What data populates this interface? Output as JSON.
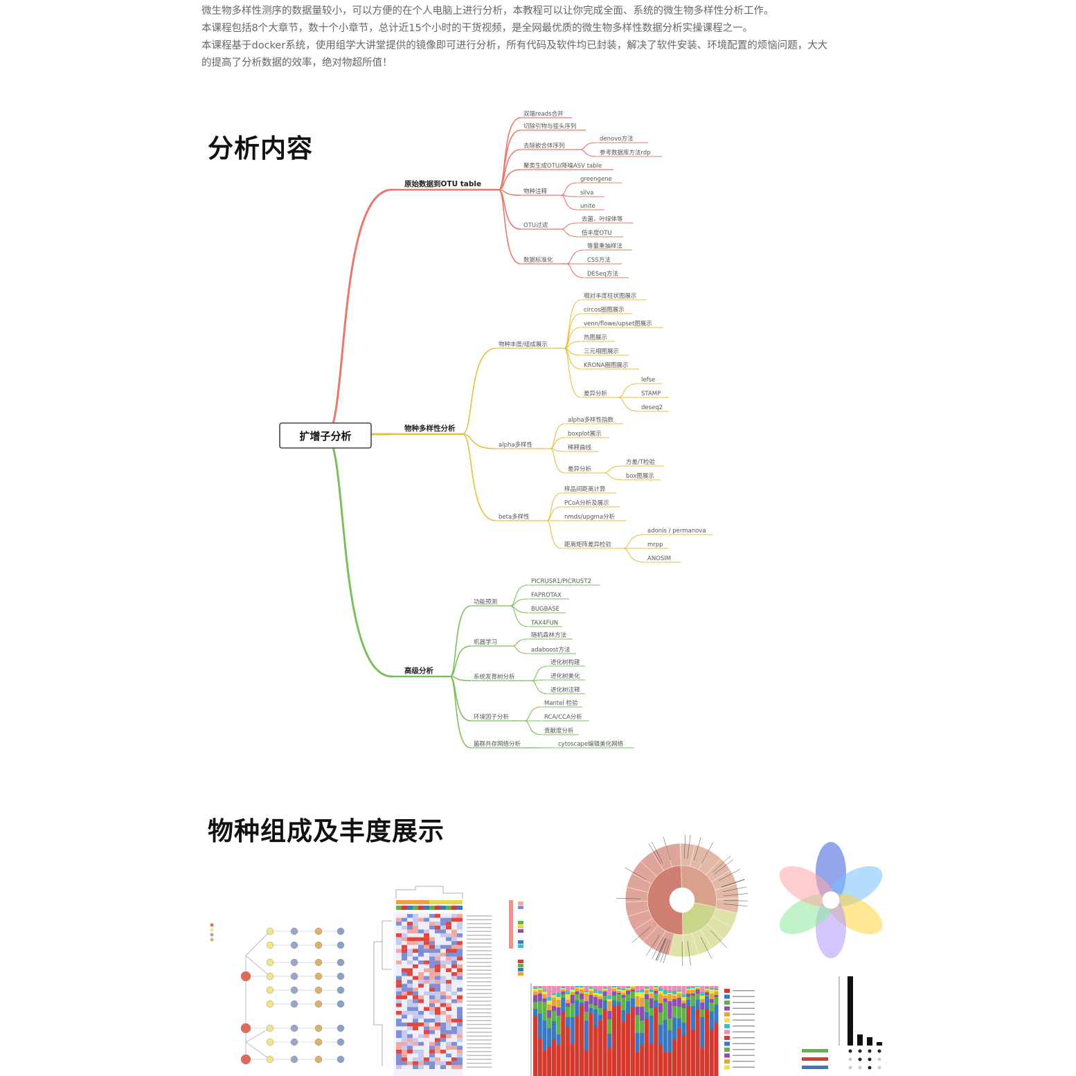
{
  "intro": {
    "lines": [
      "微生物多样性测序的数据量较小，可以方便的在个人电脑上进行分析，本教程可以让你完成全面、系统的微生物多样性分析工作。",
      "本课程包括8个大章节，数十个小章节，总计近15个小时的干货视频，是全网最优质的微生物多样性数据分析实操课程之一。",
      "本课程基于docker系统，使用组学大讲堂提供的镜像即可进行分析，所有代码及软件均已封装，解决了软件安装、环境配置的烦恼问题，大大",
      "的提高了分析数据的效率，绝对物超所值！"
    ]
  },
  "section1": {
    "title": "分析内容"
  },
  "section2": {
    "title": "物种组成及丰度展示"
  },
  "mindmap": {
    "root": "扩增子分析",
    "colors": {
      "red": "#e8776c",
      "yellow": "#e5bf3a",
      "green": "#7cbf5a"
    },
    "branches": [
      {
        "label": "原始数据到OTU table",
        "color": "#e8776c",
        "children": [
          {
            "label": "双端reads合并"
          },
          {
            "label": "切除引物与接头序列"
          },
          {
            "label": "去除嵌合体序列",
            "children": [
              "denovo方法",
              "参考数据库方法rdp"
            ]
          },
          {
            "label": "聚类生成OTU/降噪ASV table"
          },
          {
            "label": "物种注释",
            "children": [
              "greengene",
              "silva",
              "unite"
            ]
          },
          {
            "label": "OTU过滤",
            "children": [
              "去菌、叶绿体等",
              "低丰度OTU"
            ]
          },
          {
            "label": "数据标准化",
            "children": [
              "等量重抽样法",
              "CSS方法",
              "DESeq方法"
            ]
          }
        ]
      },
      {
        "label": "物种多样性分析",
        "color": "#e5bf3a",
        "children": [
          {
            "label": "物种丰度/组成展示",
            "children": [
              "相对丰度柱状图展示",
              "circos圈图展示",
              "venn/flowe/upset图展示",
              "热图展示",
              "三元相图展示",
              "KRONA圈图展示"
            ],
            "sub": {
              "label": "差异分析",
              "children": [
                "lefse",
                "STAMP",
                "deseq2"
              ]
            }
          },
          {
            "label": "alpha多样性",
            "children": [
              "alpha多样性指数",
              "boxplot展示",
              "稀释曲线"
            ],
            "sub": {
              "label": "差异分析",
              "children": [
                "方差/T检验",
                "box图展示"
              ]
            }
          },
          {
            "label": "beta多样性",
            "children": [
              "样品间距离计算",
              "PCoA分析及展示",
              "nmds/upgma分析"
            ],
            "sub": {
              "label": "距离矩阵差异检验",
              "children": [
                "adonis / permanova",
                "mrpp",
                "ANOSIM"
              ]
            }
          }
        ]
      },
      {
        "label": "高级分析",
        "color": "#7cbf5a",
        "children": [
          {
            "label": "功能预测",
            "children": [
              "PICRUSR1/PICRUST2",
              "FAPROTAX",
              "BUGBASE",
              "TAX4FUN"
            ]
          },
          {
            "label": "机器学习",
            "children": [
              "随机森林方法",
              "adaboost方法"
            ]
          },
          {
            "label": "系统发育树分析",
            "children": [
              "进化树构建",
              "进化树美化",
              "进化树注释"
            ]
          },
          {
            "label": "环境因子分析",
            "children": [
              "Mantel 检验",
              "RCA/CCA分析",
              "贡献度分析"
            ]
          },
          {
            "label": "菌群共存网络分析",
            "children": [
              "cytoscape编辑美化网络"
            ]
          }
        ]
      }
    ]
  },
  "gallery": {
    "bar_palette": [
      "#d63a2f",
      "#3a78c2",
      "#5fb24a",
      "#8a4fb0",
      "#e8a23a",
      "#e9e24a",
      "#3cc0c0",
      "#f08cb4"
    ],
    "venn_colors": [
      "#3b5bdb",
      "#74c0fc",
      "#ffd43b",
      "#b197fc",
      "#8ce99a",
      "#ffa8a8"
    ],
    "upset_values": [
      1000,
      160,
      120,
      50
    ]
  }
}
